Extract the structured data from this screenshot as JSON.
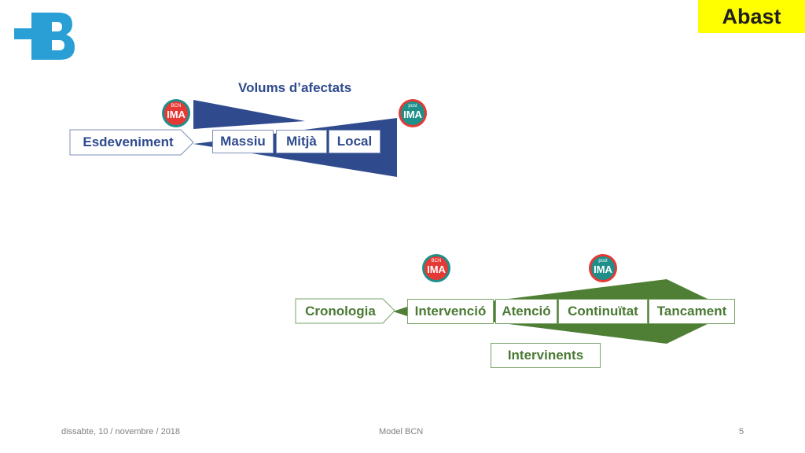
{
  "title": "Abast",
  "logo": {
    "icon": "plus-b-logo",
    "color": "#2a9fd6"
  },
  "top_section": {
    "heading": "Volums d’afectats",
    "start_label": "Esdeveniment",
    "stages": [
      "Massiu",
      "Mitjà",
      "Local"
    ],
    "color": "#2f4b8e",
    "badges": [
      {
        "top": "BCN",
        "main": "IMA",
        "ring": "#1f8f8a",
        "fill": "#e53935"
      },
      {
        "top": "post",
        "main": "IMA",
        "ring": "#e53935",
        "fill": "#1f8f8a"
      }
    ]
  },
  "bottom_section": {
    "start_label": "Cronologia",
    "stages": [
      "Intervenció",
      "Atenció",
      "Continuïtat",
      "Tancament"
    ],
    "sub_label": "Intervinents",
    "color": "#4f7f35",
    "badges": [
      {
        "top": "BCN",
        "main": "IMA",
        "ring": "#1f8f8a",
        "fill": "#e53935"
      },
      {
        "top": "post",
        "main": "IMA",
        "ring": "#e53935",
        "fill": "#1f8f8a"
      }
    ]
  },
  "footer": {
    "date": "dissabte, 10 / novembre / 2018",
    "center": "Model BCN",
    "page": "5"
  }
}
